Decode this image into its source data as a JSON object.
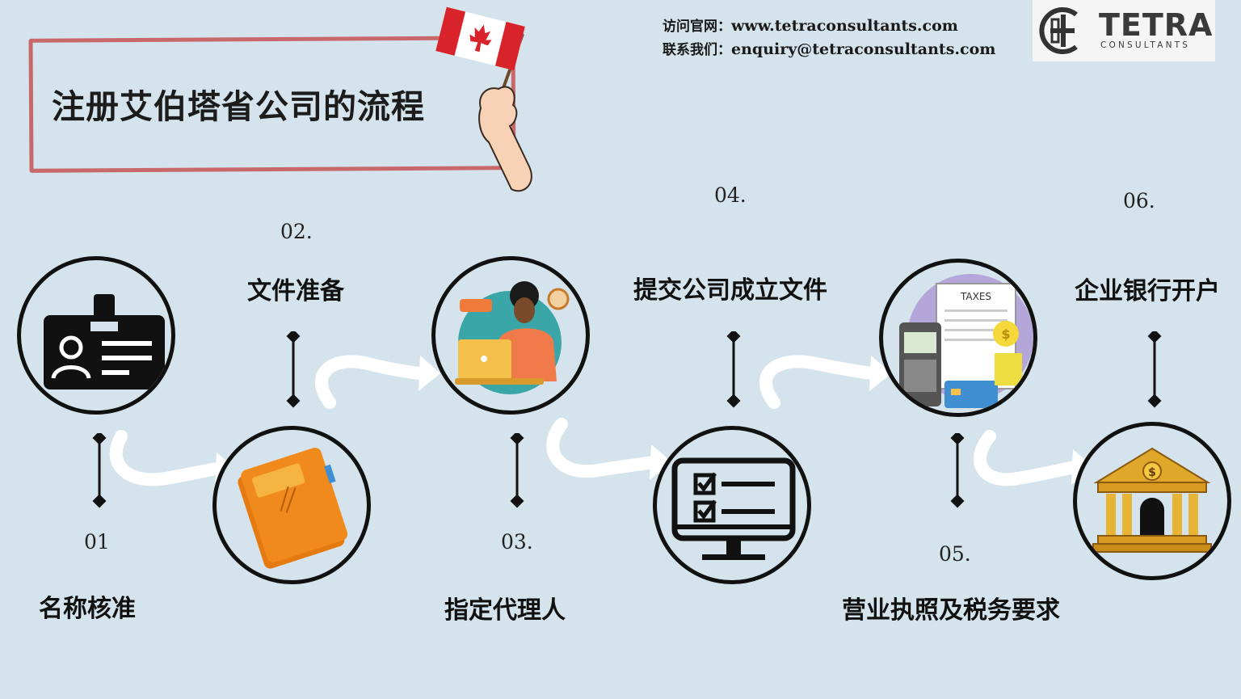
{
  "header": {
    "title": "注册艾伯塔省公司的流程",
    "website_label": "访问官网：",
    "website": "www.tetraconsultants.com",
    "email_label": "联系我们：",
    "email": "enquiry@tetraconsultants.com"
  },
  "logo": {
    "word": "TETRA",
    "sub": "CONSULTANTS"
  },
  "steps": [
    {
      "number": "01",
      "label": "名称核准",
      "icon": "id-card-icon"
    },
    {
      "number": "02.",
      "label": "文件准备",
      "icon": "folder-icon"
    },
    {
      "number": "03.",
      "label": "指定代理人",
      "icon": "agent-at-laptop-icon"
    },
    {
      "number": "04.",
      "label": "提交公司成立文件",
      "icon": "checklist-monitor-icon"
    },
    {
      "number": "05.",
      "label": "营业执照及税务要求",
      "icon": "taxes-icon"
    },
    {
      "number": "06.",
      "label": "企业银行开户",
      "icon": "bank-icon"
    }
  ],
  "icon_text": {
    "taxes": "TAXES",
    "dollar": "$"
  },
  "colors": {
    "background": "#d4e3ec",
    "title_border": "#c9686b",
    "flag_red": "#d8232a",
    "folder_orange": "#f08a1c",
    "bank_gold": "#e0a82a"
  }
}
